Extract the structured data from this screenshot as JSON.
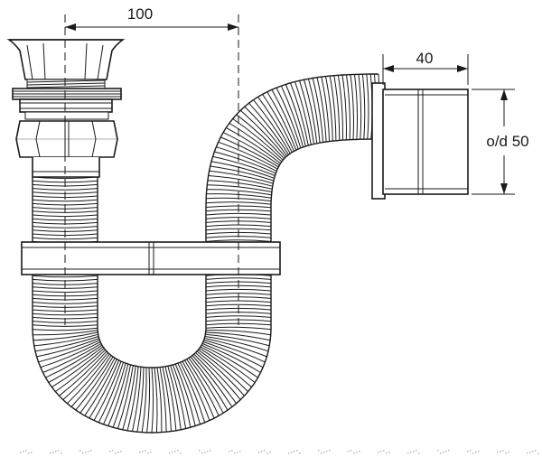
{
  "dimensions": {
    "offset": "100",
    "outlet_length": "40",
    "outlet_diameter": "o/d 50"
  },
  "colors": {
    "ink": "#1a1a1a",
    "background": "#ffffff"
  }
}
